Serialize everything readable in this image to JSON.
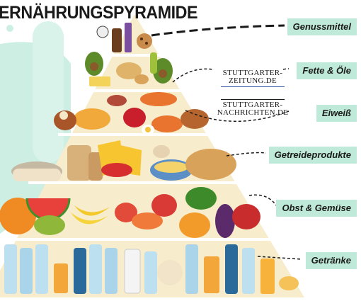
{
  "title": "ERNÄHRUNGSPYRAMIDE",
  "levels": [
    {
      "label": "Genussmittel"
    },
    {
      "label": "Fette & Öle"
    },
    {
      "label": "Eiweiß"
    },
    {
      "label": "Getreideprodukte"
    },
    {
      "label": "Obst & Gemüse"
    },
    {
      "label": "Getränke"
    }
  ],
  "brands": [
    {
      "line1": "STUTTGARTER-",
      "line2": "ZEITUNG.DE"
    },
    {
      "line1": "STUTTGARTER-",
      "line2": "NACHRICHTEN.DE"
    }
  ],
  "colors": {
    "label_background": "#bfe9d9",
    "pyramid_fill": "#f7eccb",
    "pyramid_lines": "#ffffff",
    "background_shape": "#cdeee3",
    "leader_lines": "#1a1a1a"
  }
}
